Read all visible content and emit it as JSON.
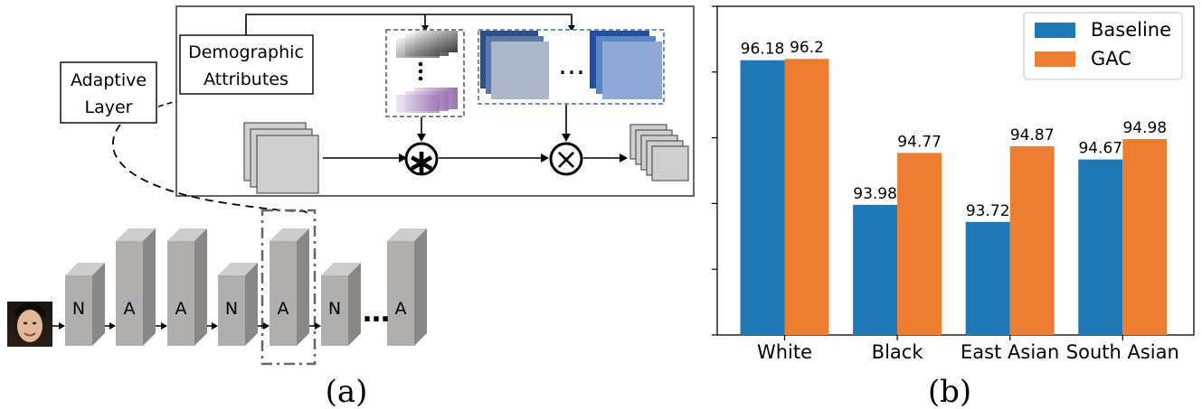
{
  "diagram": {
    "adaptive_layer_label": [
      "Adaptive",
      "Layer"
    ],
    "demographic_label": [
      "Demographic",
      "Attributes"
    ],
    "conv_op": "∗",
    "mult_op": "×",
    "ellipsis": "…",
    "blocks": [
      "N",
      "A",
      "A",
      "N",
      "A",
      "N",
      "A"
    ],
    "caption": "(a)"
  },
  "chart_data": {
    "type": "bar",
    "categories": [
      "White",
      "Black",
      "East Asian",
      "South Asian"
    ],
    "series": [
      {
        "name": "Baseline",
        "values": [
          96.18,
          93.98,
          93.72,
          94.67
        ],
        "labels": [
          "96.18",
          "93.98",
          "93.72",
          "94.67"
        ],
        "color": "#1f77b4"
      },
      {
        "name": "GAC",
        "values": [
          96.2,
          94.77,
          94.87,
          94.98
        ],
        "labels": [
          "96.2",
          "94.77",
          "94.87",
          "94.98"
        ],
        "color": "#ed7d31"
      }
    ],
    "ylim": [
      92.0,
      97.0
    ],
    "yticks": [
      92.0,
      93.0,
      94.0,
      95.0,
      96.0,
      97.0
    ],
    "ytick_labels_visible": false,
    "legend_position": "top-right",
    "grid": false,
    "caption": "(b)"
  }
}
